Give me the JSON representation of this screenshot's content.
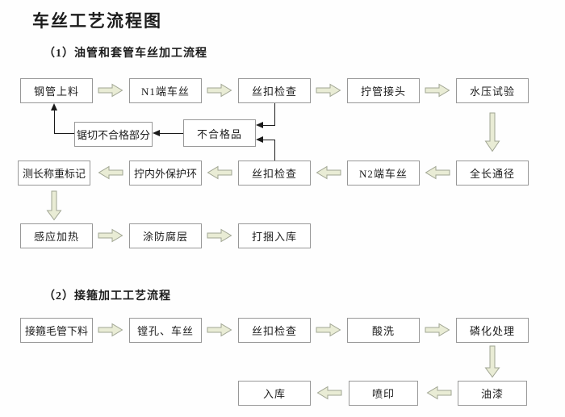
{
  "title": "车丝工艺流程图",
  "sections": [
    {
      "heading": "（1）油管和套管车丝加工流程"
    },
    {
      "heading": "（2）接箍加工工艺流程"
    }
  ],
  "nodes": {
    "steel_pipe_feed": "钢管上料",
    "n1_threading": "N1端车丝",
    "thread_check_1": "丝扣检查",
    "tighten_coupling": "拧管接头",
    "hydro_test": "水压试验",
    "saw_cut_reject": "锯切不合格部分",
    "reject_product": "不合格品",
    "full_length_drift": "全长通径",
    "n2_threading": "N2端车丝",
    "thread_check_2": "丝扣检查",
    "protect_ring": "拧内外保护环",
    "measure_weigh_mark": "测长称重标记",
    "induction_heating": "感应加热",
    "anticorrosion_coating": "涂防腐层",
    "bundle_storage": "打捆入库",
    "coupling_blank_feed": "接箍毛管下料",
    "boring_threading": "镗孔、车丝",
    "thread_check_3": "丝扣检查",
    "acid_wash": "酸洗",
    "phosphating": "磷化处理",
    "paint": "油漆",
    "print_mark": "喷印",
    "storage": "入库"
  },
  "icons": {
    "flow_arrow_right": "block-arrow-right",
    "flow_arrow_left": "block-arrow-left",
    "flow_arrow_down": "block-arrow-down",
    "feedback_arrowhead": "solid-triangle"
  },
  "colors": {
    "background": "#fefefe",
    "box_border": "#989898",
    "box_fill": "#ffffff",
    "text": "#1c1c1c",
    "block_arrow_fill": "#e9ecd5",
    "block_arrow_outline": "#a0a593",
    "connector_line": "#1a1a1a"
  }
}
